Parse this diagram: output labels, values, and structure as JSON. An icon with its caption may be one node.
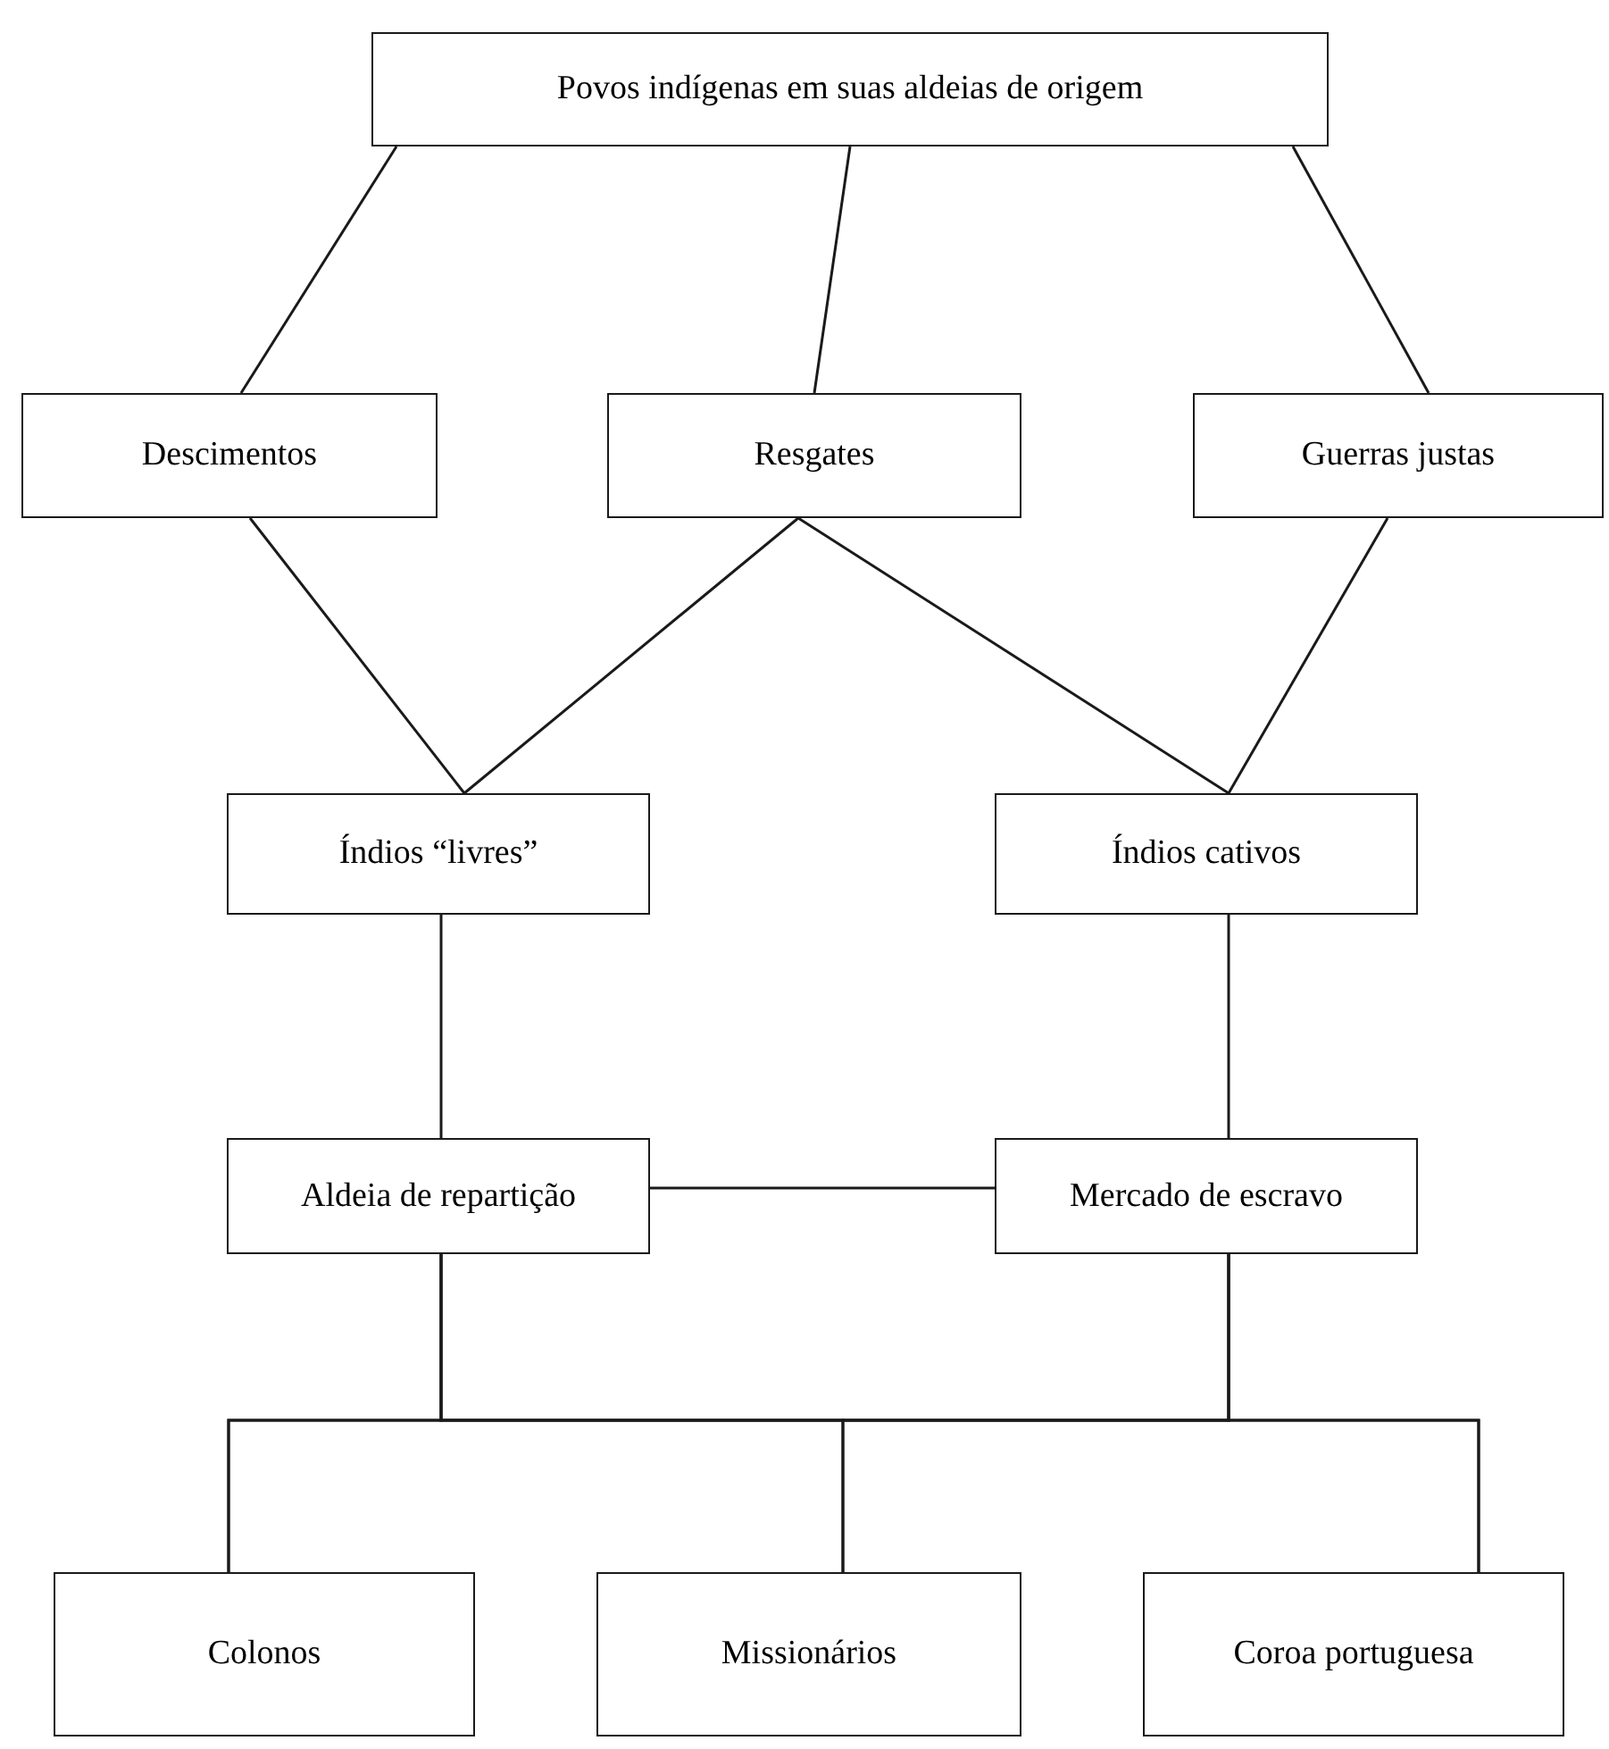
{
  "diagram": {
    "nodes": [
      {
        "text": [
          "Povos indígenas em suas aldeias de origem"
        ]
      },
      {
        "text": [
          "Descimentos"
        ]
      },
      {
        "text": [
          "Resgates"
        ]
      },
      {
        "text": [
          "Guerras justas"
        ]
      },
      {
        "text": [
          "Índios “livres”"
        ]
      },
      {
        "text": [
          "Índios cativos"
        ]
      },
      {
        "text": [
          "Aldeia de repartição"
        ]
      },
      {
        "text": [
          "Mercado de escravo"
        ]
      },
      {
        "text": [
          "Colonos"
        ]
      },
      {
        "text": [
          "Missionários"
        ]
      },
      {
        "text": [
          "Coroa portuguesa"
        ]
      }
    ],
    "edges": [
      {
        "from": 0,
        "to": 1,
        "arrow": "none"
      },
      {
        "from": 0,
        "to": 2,
        "arrow": "none"
      },
      {
        "from": 0,
        "to": 3,
        "arrow": "none"
      },
      {
        "from": 1,
        "to": 4,
        "arrow": "none"
      },
      {
        "from": 2,
        "to": 4,
        "arrow": "none"
      },
      {
        "from": 2,
        "to": 5,
        "arrow": "none"
      },
      {
        "from": 3,
        "to": 5,
        "arrow": "none"
      },
      {
        "from": 4,
        "to": 6,
        "arrow": "none"
      },
      {
        "from": 5,
        "to": 7,
        "arrow": "none"
      },
      {
        "from": 6,
        "to": 7,
        "arrow": "none"
      },
      {
        "from": 6,
        "to": 8,
        "arrow": "none"
      },
      {
        "from": 6,
        "to": 9,
        "arrow": "none"
      },
      {
        "from": 6,
        "to": 10,
        "arrow": "none"
      },
      {
        "from": 7,
        "to": 8,
        "arrow": "none"
      },
      {
        "from": 7,
        "to": 9,
        "arrow": "none"
      },
      {
        "from": 7,
        "to": 10,
        "arrow": "none"
      }
    ]
  }
}
